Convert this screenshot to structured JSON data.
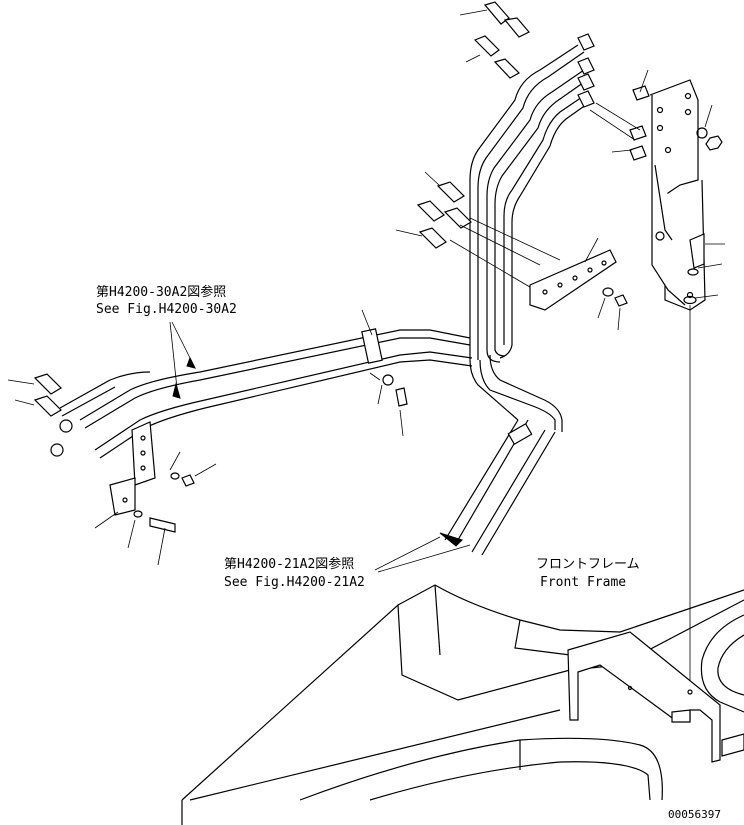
{
  "references": {
    "ref_30a2_jp": "第H4200-30A2図参照",
    "ref_30a2_en": "See Fig.H4200-30A2",
    "ref_21a2_jp": "第H4200-21A2図参照",
    "ref_21a2_en": "See Fig.H4200-21A2"
  },
  "labels": {
    "front_frame_jp": "フロントフレーム",
    "front_frame_en": "Front Frame"
  },
  "drawing_number": "00056397"
}
